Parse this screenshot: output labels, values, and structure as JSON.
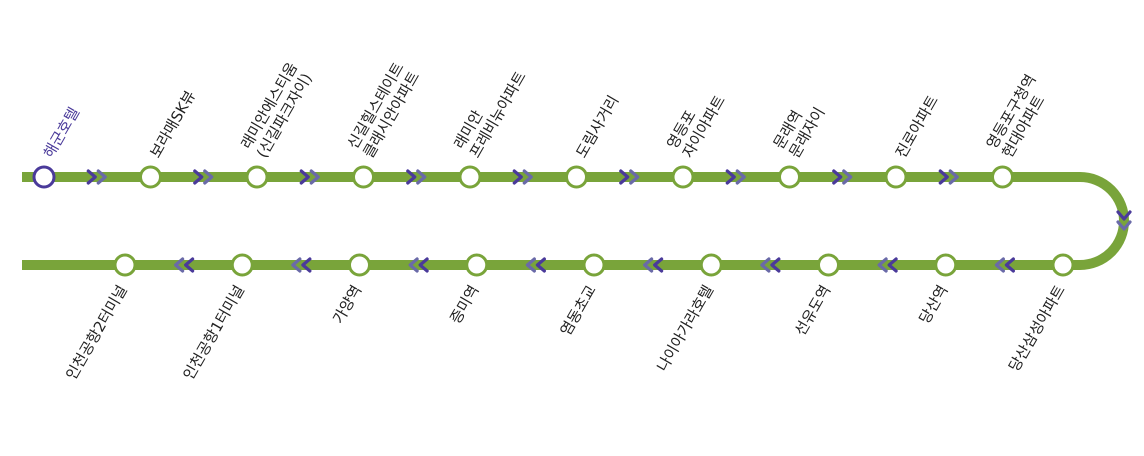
{
  "colors": {
    "line": "#79a43a",
    "origin": "#4a3a9a",
    "arrow": "#4a3a9a",
    "arrow_light": "#6a6aa8",
    "stop_fill": "#ffffff",
    "text": "#222222"
  },
  "stops_top": [
    {
      "lines": [
        "해군호텔"
      ],
      "origin": true
    },
    {
      "lines": [
        "보라매SK뷰"
      ]
    },
    {
      "lines": [
        "래미안에스티움",
        "(신길파크자이)"
      ]
    },
    {
      "lines": [
        "신길힐스테이트",
        "클래시안아파트"
      ]
    },
    {
      "lines": [
        "래미안",
        "프레비뉴아파트"
      ]
    },
    {
      "lines": [
        "도림사거리"
      ]
    },
    {
      "lines": [
        "영등포",
        "자이아파트"
      ]
    },
    {
      "lines": [
        "문래역",
        "문래자이"
      ]
    },
    {
      "lines": [
        "진로아파트"
      ]
    },
    {
      "lines": [
        "영등포구청역",
        "현대아파트"
      ]
    }
  ],
  "stops_bottom": [
    {
      "lines": [
        "당산삼성아파트"
      ]
    },
    {
      "lines": [
        "당산역"
      ]
    },
    {
      "lines": [
        "선유도역"
      ]
    },
    {
      "lines": [
        "나이아가라호텔"
      ]
    },
    {
      "lines": [
        "염동초교"
      ]
    },
    {
      "lines": [
        "증미역"
      ]
    },
    {
      "lines": [
        "가양역"
      ]
    },
    {
      "lines": [
        "인천공항1터미널"
      ]
    },
    {
      "lines": [
        "인천공항2터미널"
      ]
    }
  ],
  "direction_icons": {
    "top": "double-chevron-right-icon",
    "bottom": "double-chevron-left-icon",
    "turn": "double-chevron-down-icon"
  }
}
